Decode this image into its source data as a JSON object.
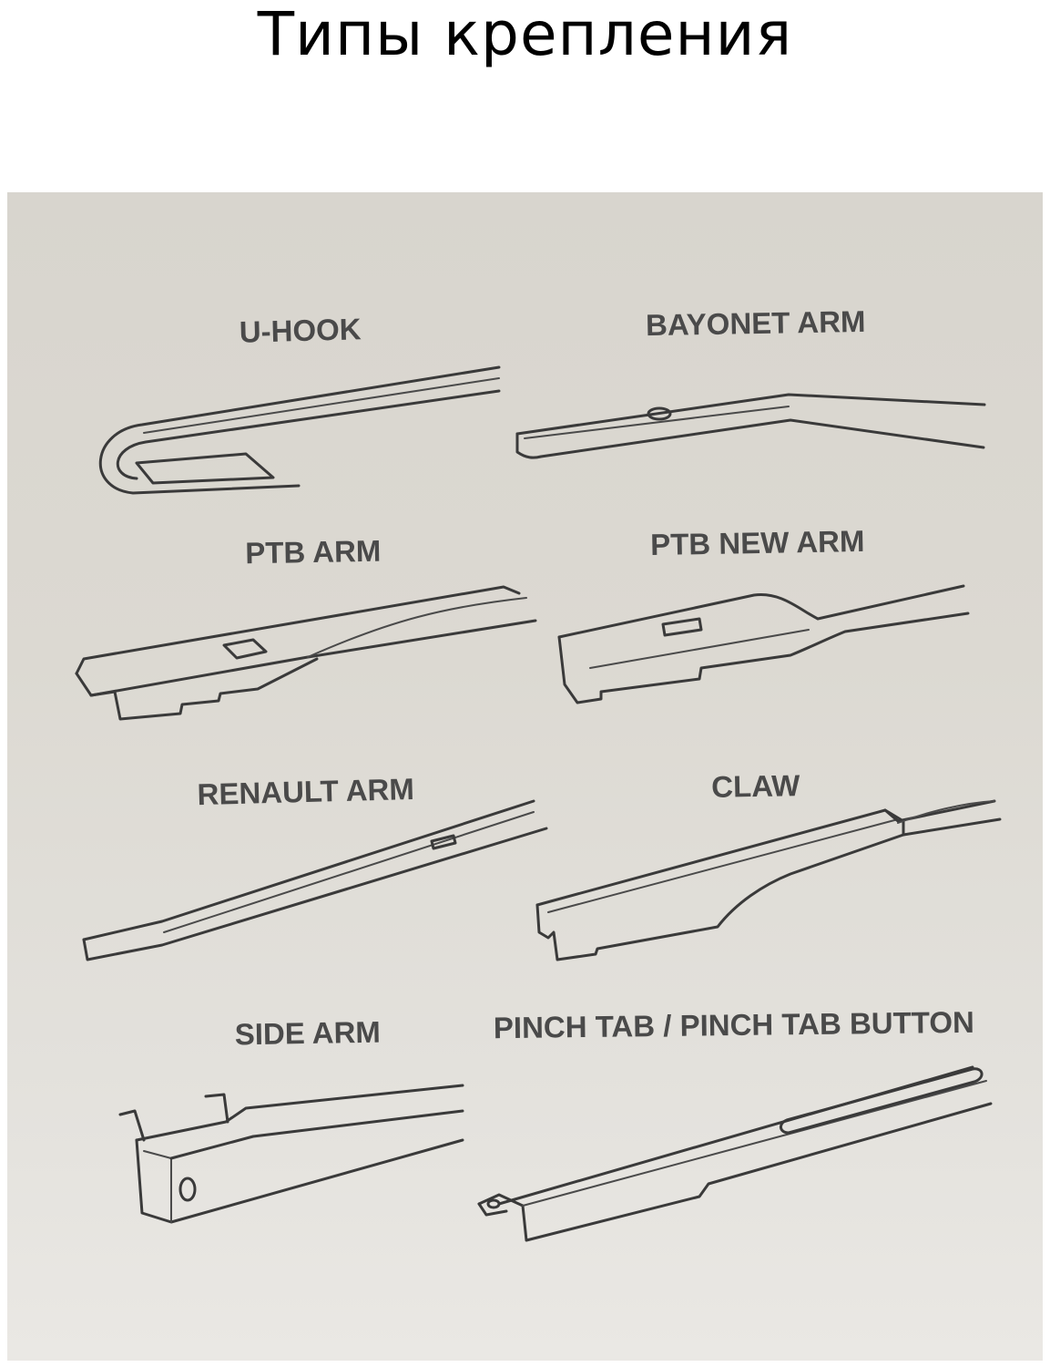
{
  "title": "Типы крепления",
  "mount_types": [
    {
      "label": "U-HOOK"
    },
    {
      "label": "BAYONET ARM"
    },
    {
      "label": "PTB ARM"
    },
    {
      "label": "PTB NEW ARM"
    },
    {
      "label": "RENAULT ARM"
    },
    {
      "label": "CLAW"
    },
    {
      "label": "SIDE ARM"
    },
    {
      "label": "PINCH TAB / PINCH TAB BUTTON"
    }
  ],
  "colors": {
    "title_text": "#000000",
    "panel_background": "#dcd9d2",
    "line_drawing": "#3a3a3a",
    "label_text": "#4a4a4a"
  }
}
